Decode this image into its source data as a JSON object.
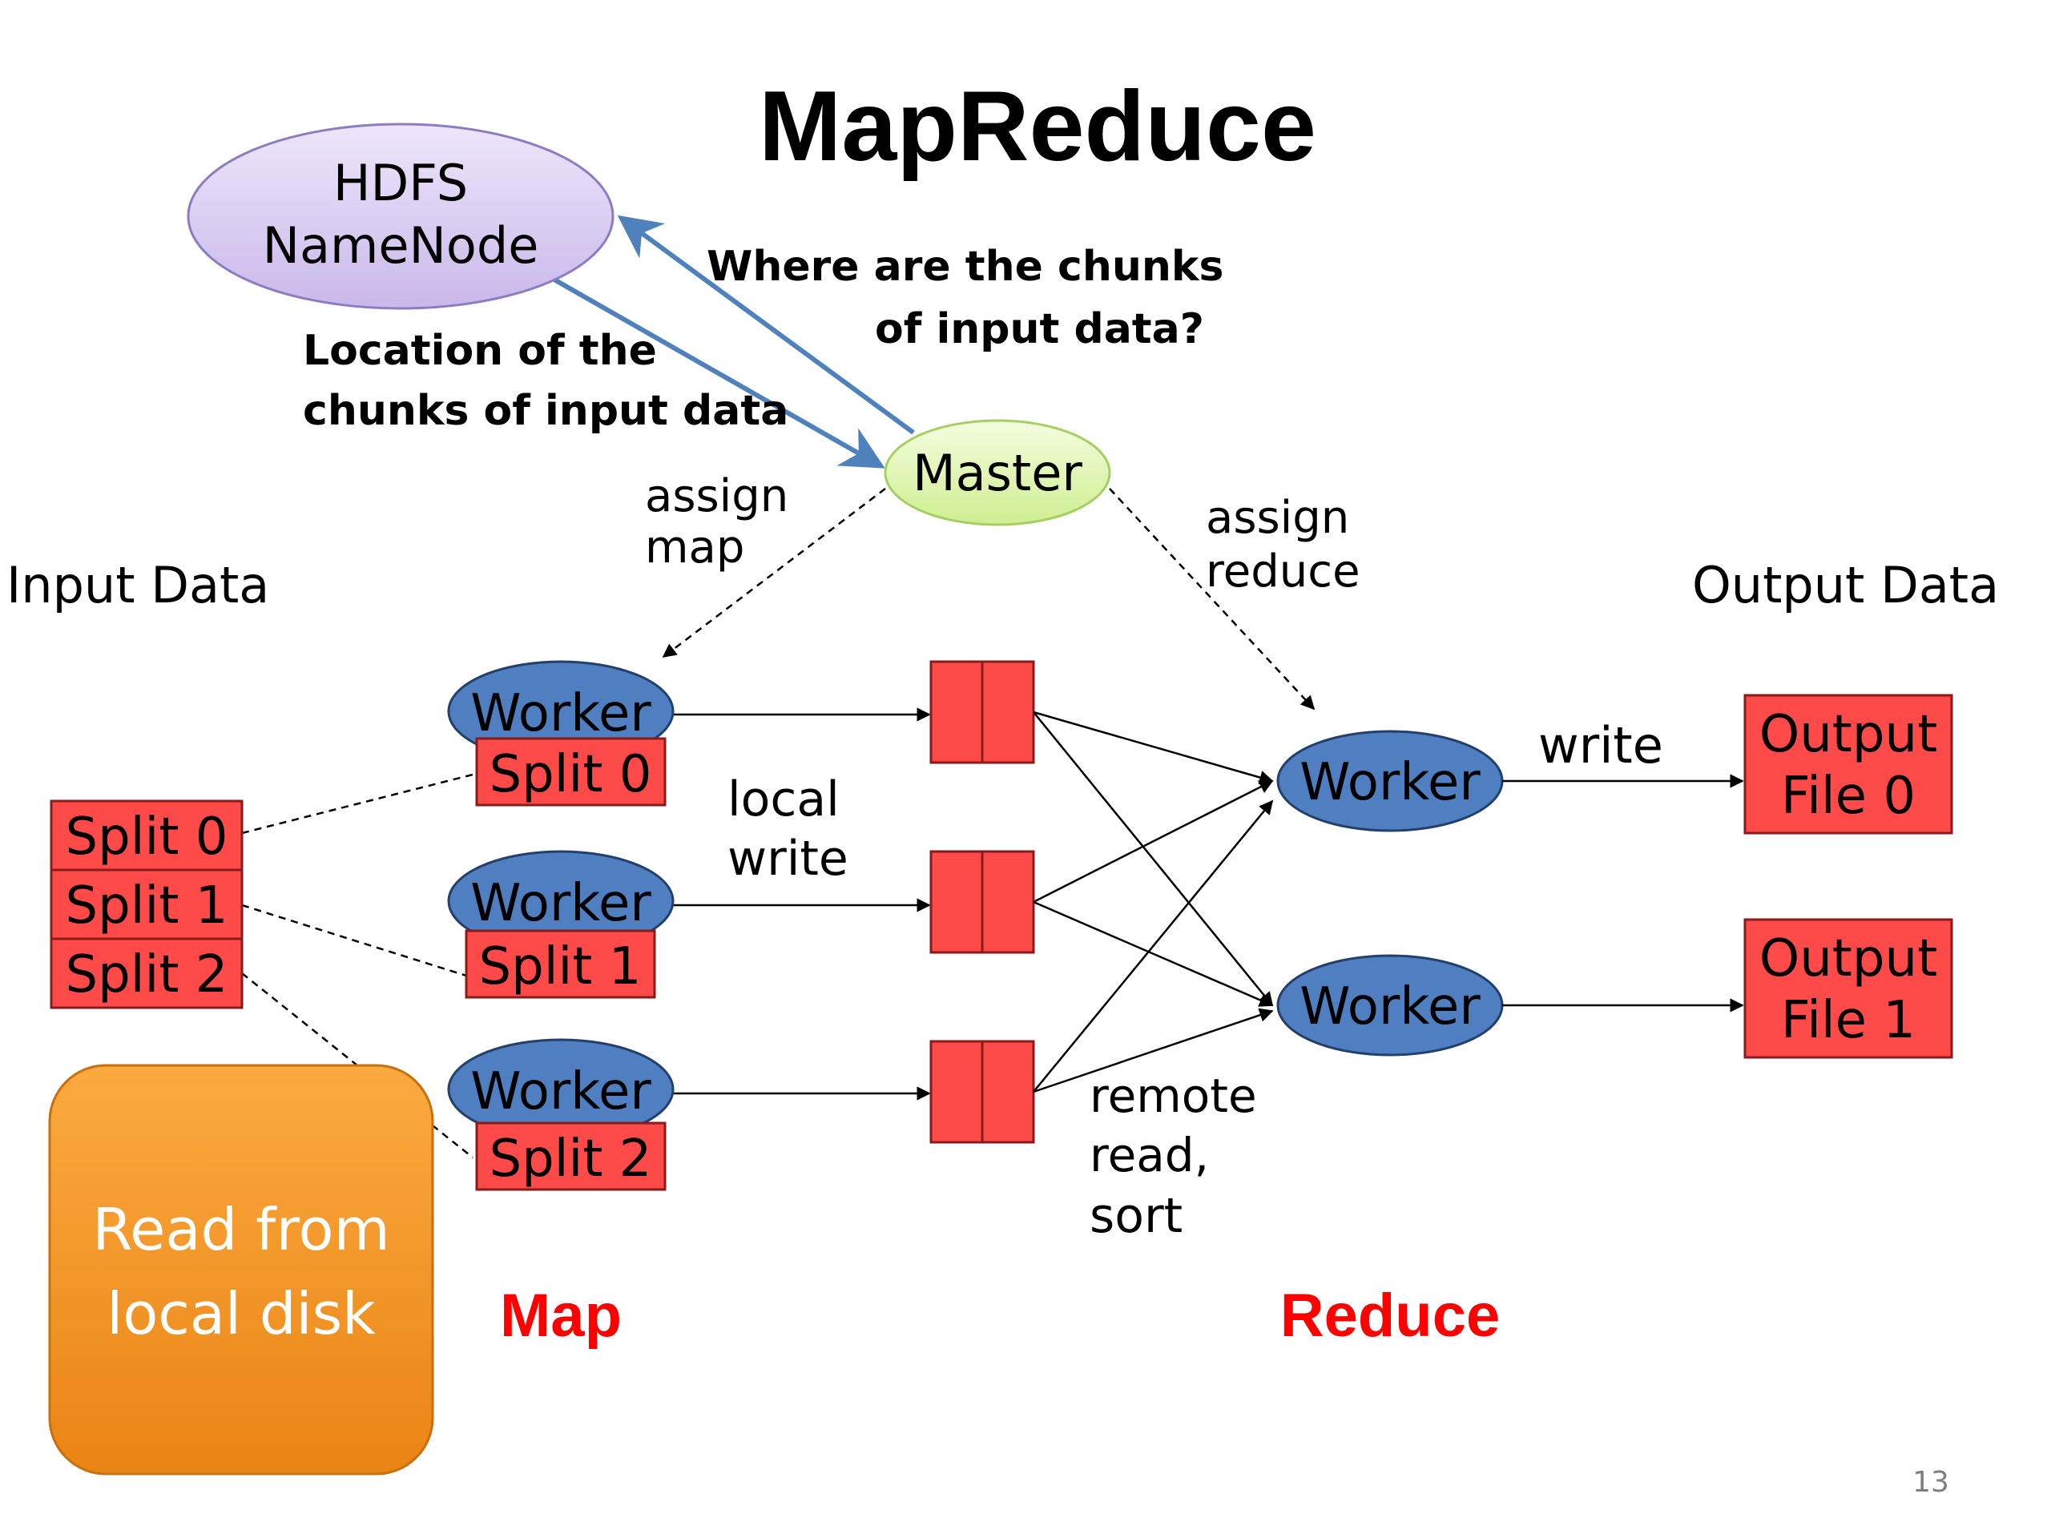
{
  "title": "MapReduce",
  "hdfs": {
    "line1": "HDFS",
    "line2": "NameNode"
  },
  "master": {
    "label": "Master"
  },
  "questions": {
    "where_line1": "Where are the chunks",
    "where_line2": "of input data?",
    "location_line1": "Location of the",
    "location_line2": "chunks of input data"
  },
  "labels": {
    "assign_map_1": "assign",
    "assign_map_2": "map",
    "assign_reduce_1": "assign",
    "assign_reduce_2": "reduce",
    "input_data": "Input Data",
    "output_data": "Output Data",
    "local_write_1": "local",
    "local_write_2": "write",
    "remote_1": "remote",
    "remote_2": "read,",
    "remote_3": "sort",
    "write": "write",
    "map": "Map",
    "reduce": "Reduce"
  },
  "input_splits": [
    "Split 0",
    "Split 1",
    "Split 2"
  ],
  "map_workers": [
    {
      "label": "Worker",
      "split": "Split 0"
    },
    {
      "label": "Worker",
      "split": "Split 1"
    },
    {
      "label": "Worker",
      "split": "Split 2"
    }
  ],
  "reduce_workers": [
    "Worker",
    "Worker"
  ],
  "outputs": [
    {
      "line1": "Output",
      "line2": "File 0"
    },
    {
      "line1": "Output",
      "line2": "File 1"
    }
  ],
  "callout": {
    "line1": "Read from",
    "line2": "local disk"
  },
  "page_number": "13",
  "colors": {
    "hdfs_fill": "#d9ccf0",
    "master_fill": "#e2f7b8",
    "worker_fill": "#4f7fc0",
    "box_red": "#ff4a4a",
    "arrow_blue": "#4f81bd",
    "callout_orange": "#f29422",
    "accent_red": "#ff0000"
  }
}
